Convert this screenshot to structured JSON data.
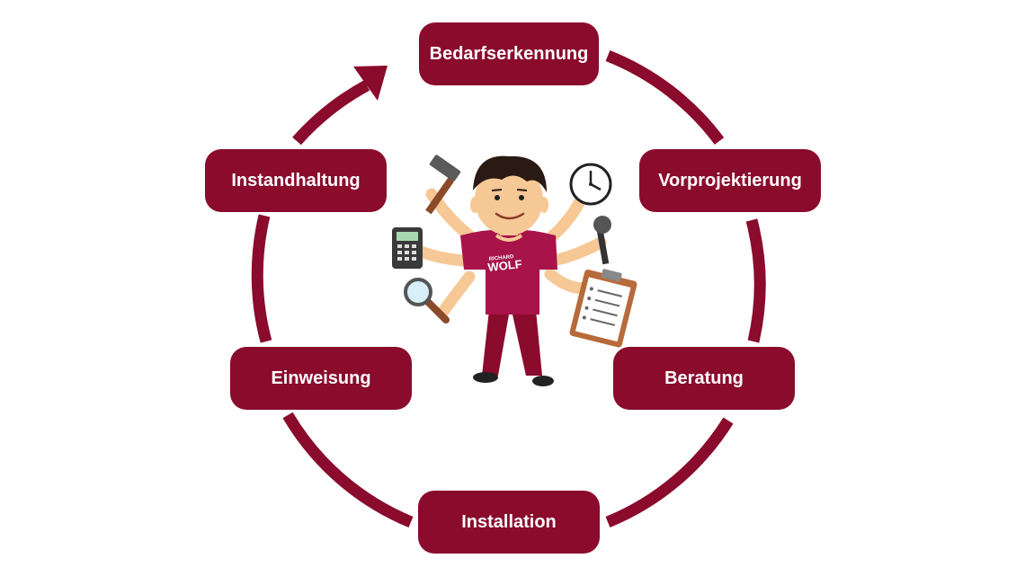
{
  "diagram": {
    "stages": [
      {
        "label": "Bedarfserkennung"
      },
      {
        "label": "Vorprojektierung"
      },
      {
        "label": "Beratung"
      },
      {
        "label": "Installation"
      },
      {
        "label": "Einweisung"
      },
      {
        "label": "Instandhaltung"
      }
    ],
    "mascot": {
      "logo_small": "RICHARD",
      "logo_big": "WOLF"
    },
    "colors": {
      "primary": "#8a0b2c",
      "text": "#ffffff"
    }
  }
}
